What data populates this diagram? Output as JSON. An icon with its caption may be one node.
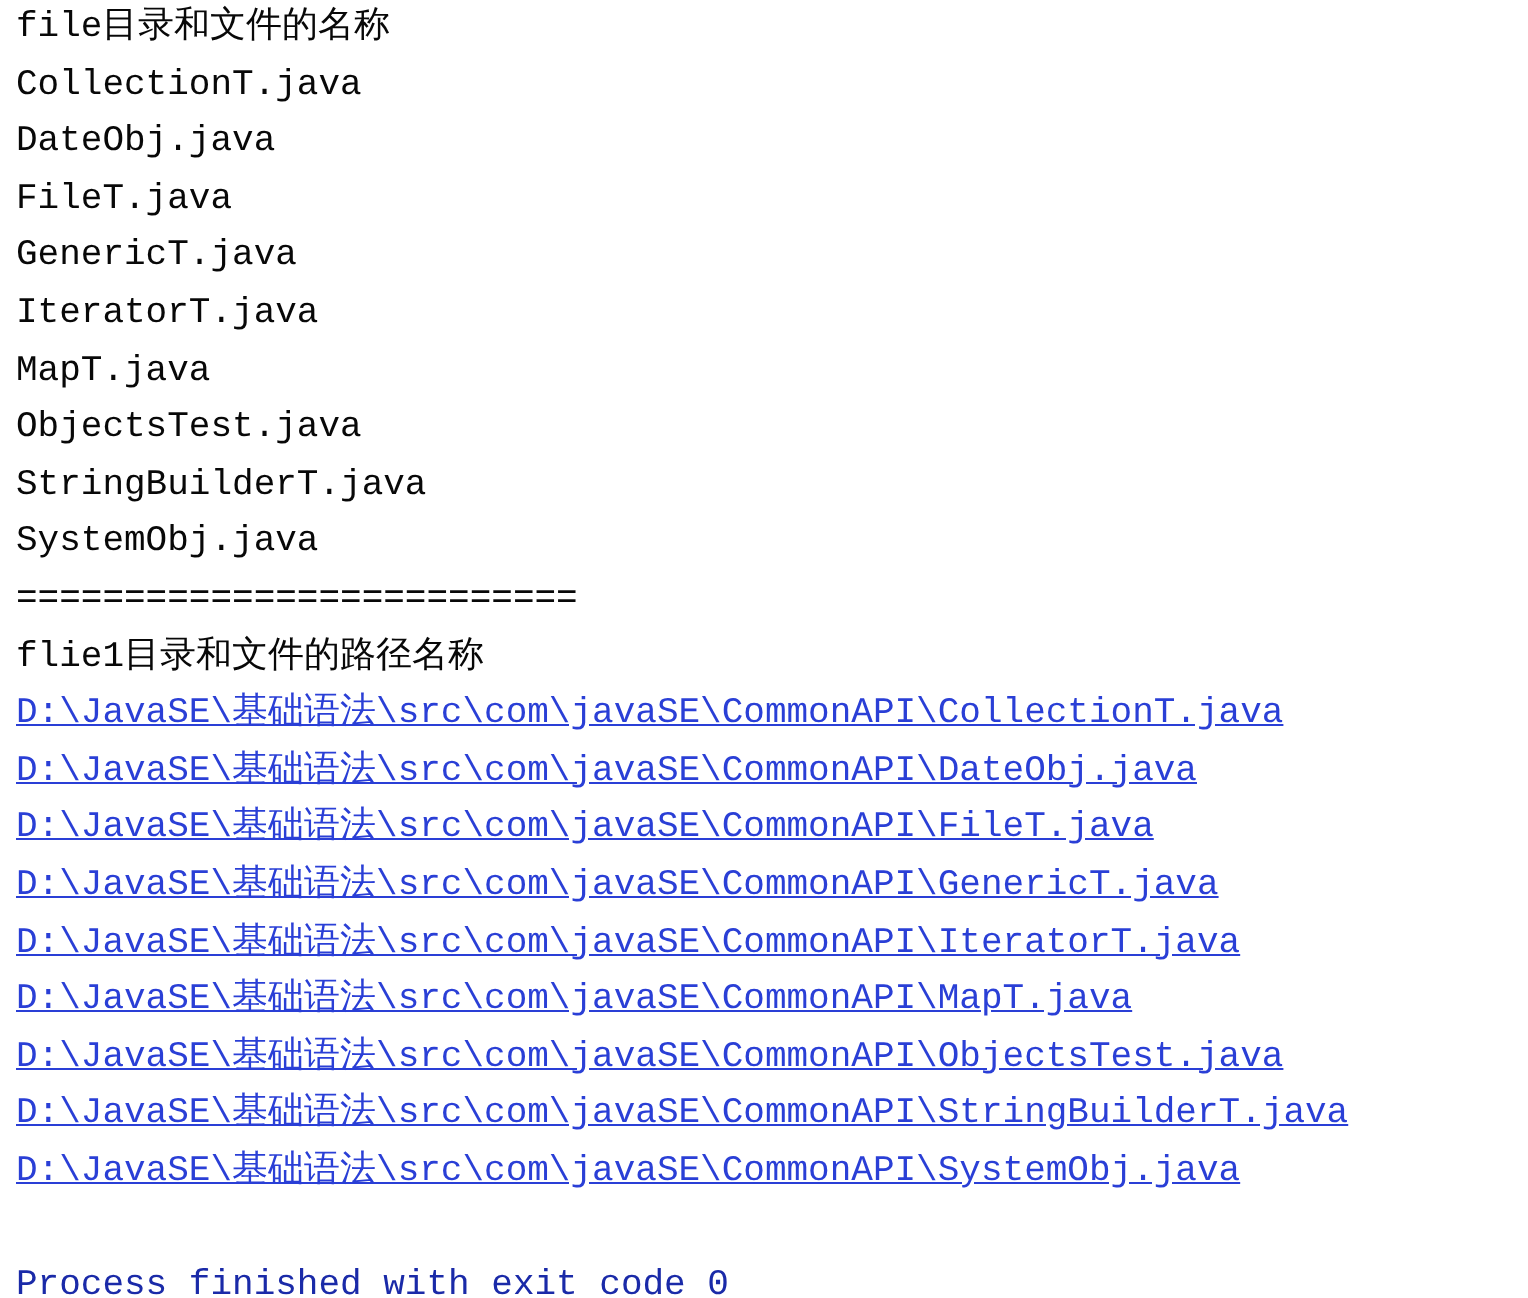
{
  "diagram": {
    "labels": [
      "file目录和文件的名称",
      "CollectionT.java",
      "DateObj.java",
      "FileT.java",
      "GenericT.java",
      "IteratorT.java",
      "MapT.java",
      "ObjectsTest.java",
      "StringBuilderT.java",
      "SystemObj.java",
      "==========================",
      "flie1目录和文件的路径名称",
      "D:\\JavaSE\\基础语法\\src\\com\\javaSE\\CommonAPI\\CollectionT.java",
      "D:\\JavaSE\\基础语法\\src\\com\\javaSE\\CommonAPI\\DateObj.java",
      "D:\\JavaSE\\基础语法\\src\\com\\javaSE\\CommonAPI\\FileT.java",
      "D:\\JavaSE\\基础语法\\src\\com\\javaSE\\CommonAPI\\GenericT.java",
      "D:\\JavaSE\\基础语法\\src\\com\\javaSE\\CommonAPI\\IteratorT.java",
      "D:\\JavaSE\\基础语法\\src\\com\\javaSE\\CommonAPI\\MapT.java",
      "D:\\JavaSE\\基础语法\\src\\com\\javaSE\\CommonAPI\\ObjectsTest.java",
      "D:\\JavaSE\\基础语法\\src\\com\\javaSE\\CommonAPI\\StringBuilderT.java",
      "D:\\JavaSE\\基础语法\\src\\com\\javaSE\\CommonAPI\\SystemObj.java",
      "Process finished with exit code 0"
    ]
  }
}
